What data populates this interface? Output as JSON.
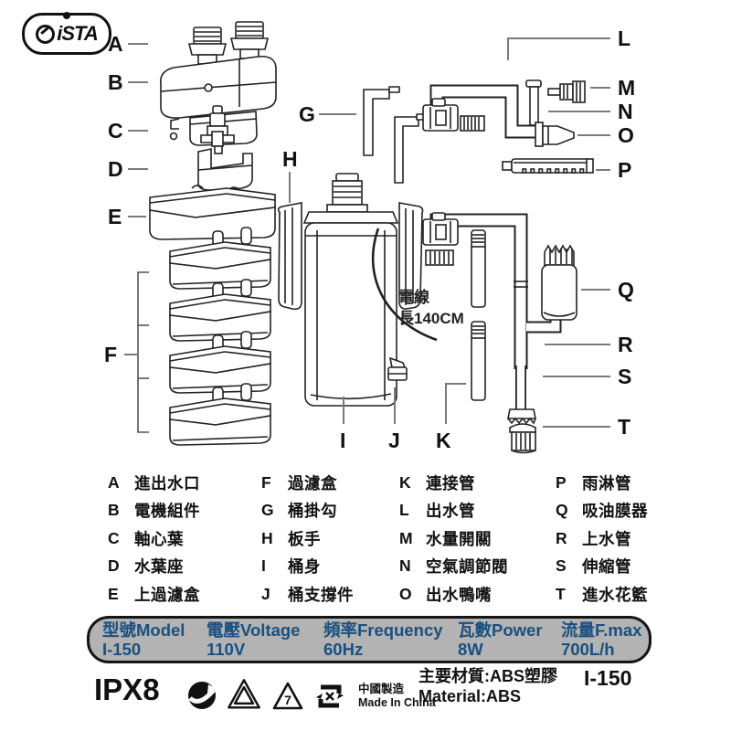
{
  "brand": {
    "logo_text": "iSTA"
  },
  "diagram": {
    "callouts": {
      "A": "A",
      "B": "B",
      "C": "C",
      "D": "D",
      "E": "E",
      "F": "F",
      "G": "G",
      "H": "H",
      "I": "I",
      "J": "J",
      "K": "K",
      "L": "L",
      "M": "M",
      "N": "N",
      "O": "O",
      "P": "P",
      "Q": "Q",
      "R": "R",
      "S": "S",
      "T": "T"
    },
    "cord_label": {
      "line1": "電線",
      "line2": "長140CM"
    }
  },
  "legend": {
    "items": [
      {
        "letter": "A",
        "name": "進出水口"
      },
      {
        "letter": "B",
        "name": "電機組件"
      },
      {
        "letter": "C",
        "name": "軸心葉"
      },
      {
        "letter": "D",
        "name": "水葉座"
      },
      {
        "letter": "E",
        "name": "上過濾盒"
      },
      {
        "letter": "F",
        "name": "過濾盒"
      },
      {
        "letter": "G",
        "name": "桶掛勾"
      },
      {
        "letter": "H",
        "name": "板手"
      },
      {
        "letter": "I",
        "name": "桶身"
      },
      {
        "letter": "J",
        "name": "桶支撐件"
      },
      {
        "letter": "K",
        "name": "連接管"
      },
      {
        "letter": "L",
        "name": "出水管"
      },
      {
        "letter": "M",
        "name": "水量開關"
      },
      {
        "letter": "N",
        "name": "空氣調節閥"
      },
      {
        "letter": "O",
        "name": "出水鴨嘴"
      },
      {
        "letter": "P",
        "name": "雨淋管"
      },
      {
        "letter": "Q",
        "name": "吸油膜器"
      },
      {
        "letter": "R",
        "name": "上水管"
      },
      {
        "letter": "S",
        "name": "伸縮管"
      },
      {
        "letter": "T",
        "name": "進水花籃"
      }
    ]
  },
  "spec_table": {
    "text_color": "#1a5080",
    "bg_color": "#b3b3b3",
    "columns": [
      {
        "header": "型號Model",
        "value": "I-150"
      },
      {
        "header": "電壓Voltage",
        "value": "110V"
      },
      {
        "header": "頻率Frequency",
        "value": "60Hz"
      },
      {
        "header": "瓦數Power",
        "value": "8W"
      },
      {
        "header": "流量F.max",
        "value": "700L/h"
      }
    ]
  },
  "footer": {
    "rating": "IPX8",
    "icons": [
      "green-dot",
      "recycle-loop",
      "resin-code-7",
      "china-recycle"
    ],
    "resin_code": "7",
    "made_in_line1": "中國製造",
    "made_in_line2": "Made In China",
    "material_line1": "主要材質:ABS塑膠",
    "material_line2": "Material:ABS",
    "model": "I-150"
  }
}
